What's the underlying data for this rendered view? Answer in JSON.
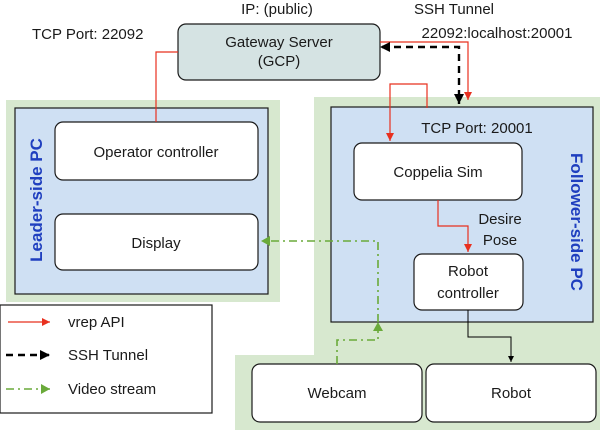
{
  "top": {
    "ip_label": "IP: (public)",
    "tcp_left": "TCP Port: 22092",
    "ssh_title": "SSH Tunnel",
    "ssh_mapping": "22092:localhost:20001"
  },
  "gateway": {
    "line1": "Gateway Server",
    "line2": "(GCP)"
  },
  "leader": {
    "title": "Leader-side PC",
    "operator": "Operator controller",
    "display": "Display"
  },
  "follower": {
    "title": "Follower-side PC",
    "tcp_port": "TCP Port: 20001",
    "coppelia": "Coppelia Sim",
    "desire_1": "Desire",
    "desire_2": "Pose",
    "robot_controller_1": "Robot",
    "robot_controller_2": "controller"
  },
  "bottom": {
    "webcam": "Webcam",
    "robot": "Robot"
  },
  "legend": {
    "items": [
      {
        "label": "vrep API",
        "color": "#e8301f",
        "style": "solid"
      },
      {
        "label": "SSH Tunnel",
        "color": "#000000",
        "style": "dashed"
      },
      {
        "label": "Video stream",
        "color": "#6aaa3a",
        "style": "dashdot"
      }
    ]
  },
  "colors": {
    "green_bg": "#d7e8cf",
    "blue_bg": "#cfe0f3",
    "gateway_bg": "#d5e3e3",
    "side_title": "#1f3fbf",
    "api_red": "#e8301f",
    "video_green": "#6aaa3a"
  }
}
